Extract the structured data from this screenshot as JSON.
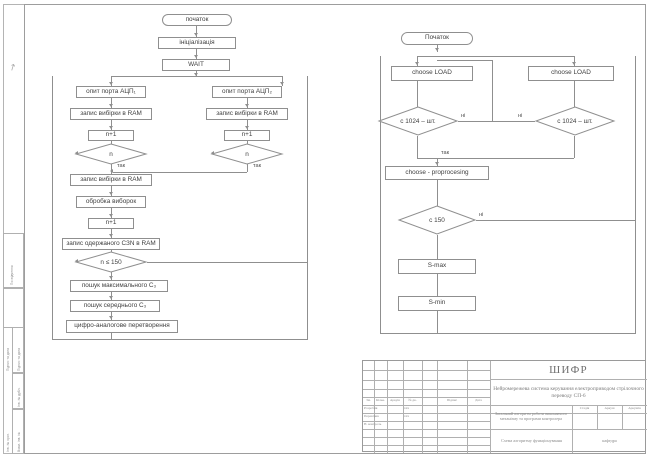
{
  "document": {
    "kind": "engineering-drawing",
    "corner_mark": "↗"
  },
  "side_columns": [
    {
      "label": "Посвідчення"
    },
    {
      "label": "Підпис та дата"
    },
    {
      "label": "Інв. № дубл."
    },
    {
      "label": "Взам. інв. №"
    },
    {
      "label": "Підпис та дата"
    },
    {
      "label": "Інв. № ориг."
    }
  ],
  "flowchart_left": {
    "nodes": [
      {
        "id": "start",
        "type": "terminator",
        "label": "початок"
      },
      {
        "id": "init",
        "type": "process",
        "label": "ініціалізація"
      },
      {
        "id": "wait",
        "type": "process",
        "label": "WAIT"
      },
      {
        "id": "adc1",
        "type": "process",
        "label": "опит порта АЦП₁"
      },
      {
        "id": "adc2",
        "type": "process",
        "label": "опит порта АЦП₂"
      },
      {
        "id": "ram1",
        "type": "process",
        "label": "запис вибірки в RAM"
      },
      {
        "id": "ram2",
        "type": "process",
        "label": "запис вибірки в RAM"
      },
      {
        "id": "inc1",
        "type": "process",
        "label": "n+1"
      },
      {
        "id": "inc2",
        "type": "process",
        "label": "n+1"
      },
      {
        "id": "dec1",
        "type": "decision",
        "label": "n"
      },
      {
        "id": "dec2",
        "type": "decision",
        "label": "n"
      },
      {
        "id": "ram3",
        "type": "process",
        "label": "запис вибірки в RAM"
      },
      {
        "id": "proc",
        "type": "process",
        "label": "обробка виборок"
      },
      {
        "id": "inc3",
        "type": "process",
        "label": "n+1"
      },
      {
        "id": "ram4",
        "type": "process",
        "label": "запис одержаного СЗN в RAM"
      },
      {
        "id": "dec3",
        "type": "decision",
        "label": "n ≤ 150"
      },
      {
        "id": "max",
        "type": "process",
        "label": "пошук максимального С₃"
      },
      {
        "id": "mid",
        "type": "process",
        "label": "пошук середнього С₃"
      },
      {
        "id": "dac",
        "type": "process",
        "label": "цифро-аналогове перетворення"
      }
    ],
    "edge_labels": {
      "dec1_yes": "так",
      "dec2_yes": "так"
    }
  },
  "flowchart_right": {
    "nodes": [
      {
        "id": "rstart",
        "type": "terminator",
        "label": "Початок"
      },
      {
        "id": "load1",
        "type": "process",
        "label": "choose LOAD"
      },
      {
        "id": "load2",
        "type": "process",
        "label": "choose LOAD"
      },
      {
        "id": "cnt1",
        "type": "decision",
        "label": "с 1024 – шт."
      },
      {
        "id": "cnt2",
        "type": "decision",
        "label": "с 1024 – шт."
      },
      {
        "id": "prep",
        "type": "process",
        "label": "choose - proprocesing"
      },
      {
        "id": "c150",
        "type": "decision",
        "label": "с 150"
      },
      {
        "id": "smax",
        "type": "process",
        "label": "S-max"
      },
      {
        "id": "smin",
        "type": "process",
        "label": "S-min"
      }
    ],
    "edge_labels": {
      "cnt1_no": "ні",
      "cnt2_no": "ні",
      "cnt_yes": "так",
      "c150_no": "ні"
    }
  },
  "title_block": {
    "cipher": "ШИФР",
    "project_title": "Нейромережева система керування електроприводом стрілочного переводу СП-6",
    "doc_title": "Загальний алгоритм роботи виконавчого механізму та програми контролера",
    "sheet_title": "Схема алгоритму функціонування",
    "organization": "кафедра",
    "column_headers": [
      "Зм.",
      "Кільк.",
      "Аркуш",
      "№ дк.",
      "Підпис",
      "Дата"
    ],
    "role_rows": [
      {
        "role": "Розробив",
        "name": "ххх"
      },
      {
        "role": "Перевірив",
        "name": "ххх"
      },
      {
        "role": "Н. контроль",
        "name": ""
      }
    ],
    "stage_headers": [
      "Стадія",
      "Аркуш",
      "Аркушів"
    ],
    "stage_values": [
      "",
      "",
      ""
    ]
  }
}
